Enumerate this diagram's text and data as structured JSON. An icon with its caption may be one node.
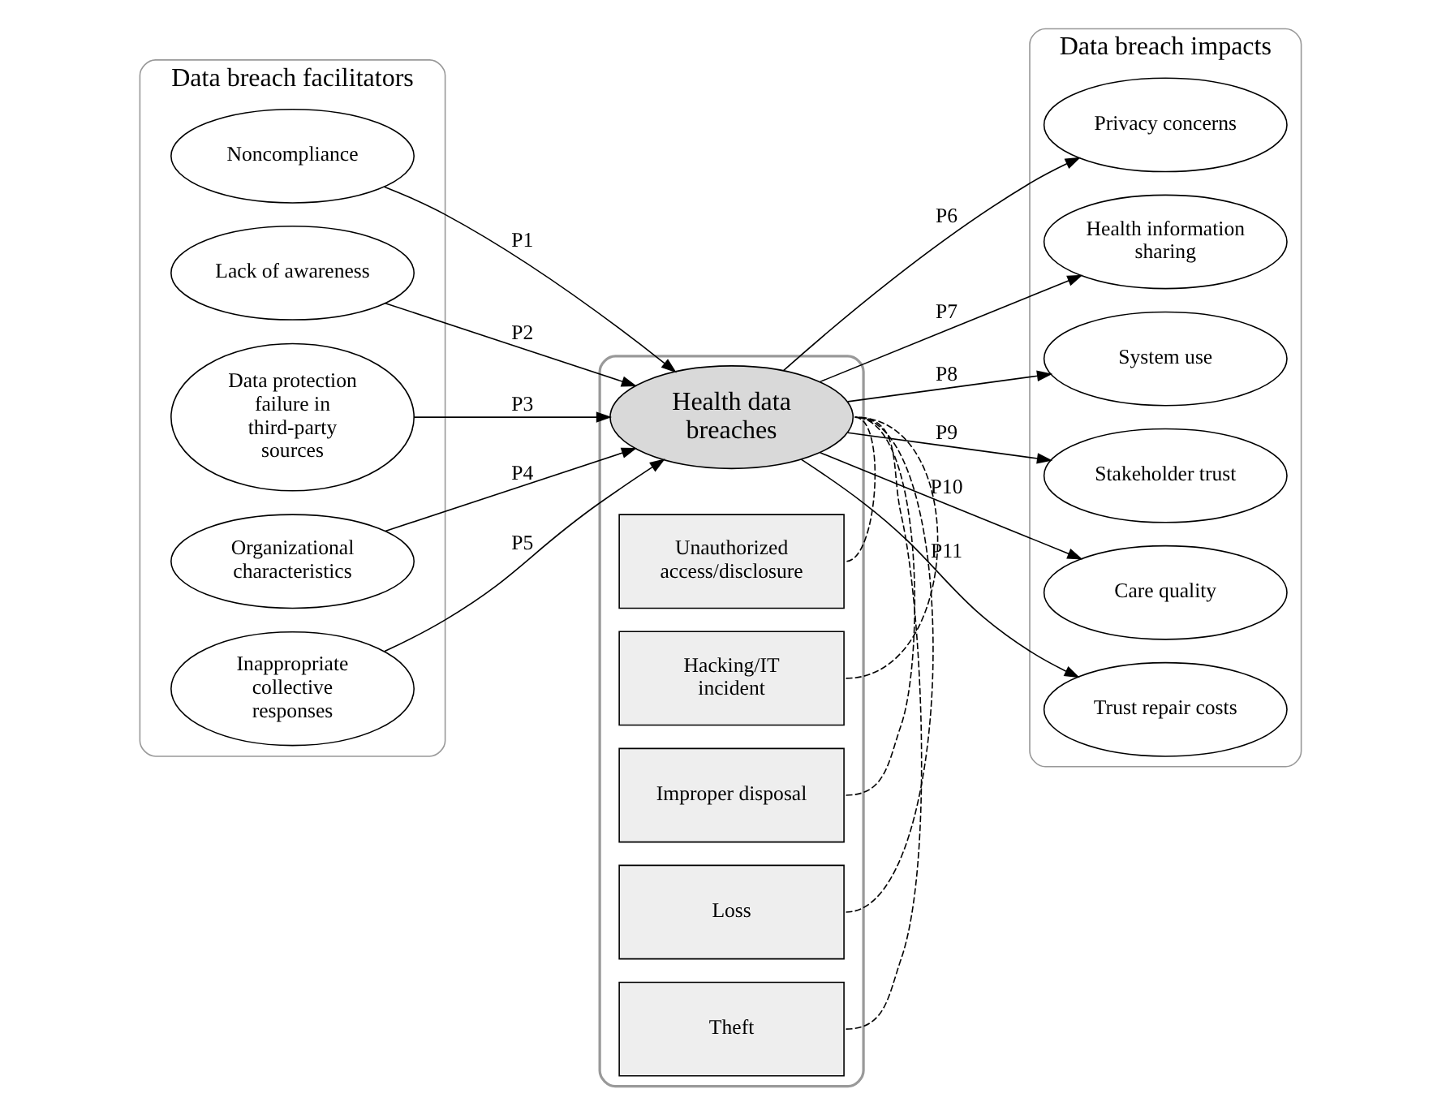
{
  "diagram": {
    "nodes": [
      {
        "text": [
          "Data breach facilitators"
        ]
      },
      {
        "text": [
          "Noncompliance"
        ],
        "in": 0
      },
      {
        "text": [
          "Lack of awareness"
        ],
        "in": 0
      },
      {
        "text": [
          "Data protection failure in third-party sources"
        ],
        "in": 0
      },
      {
        "text": [
          "Organizational characteristics"
        ],
        "in": 0
      },
      {
        "text": [
          "Inappropriate collective responses"
        ],
        "in": 0
      },
      {
        "text": [],
        "shape": "box"
      },
      {
        "text": [
          "Health data breaches"
        ],
        "in": 6
      },
      {
        "text": [
          "Unauthorized access/disclosure"
        ],
        "in": 6
      },
      {
        "text": [
          "Hacking/IT incident"
        ],
        "in": 6
      },
      {
        "text": [
          "Improper disposal"
        ],
        "in": 6
      },
      {
        "text": [
          "Loss"
        ],
        "in": 6
      },
      {
        "text": [
          "Theft"
        ],
        "in": 6
      },
      {
        "text": [
          "Data breach impacts"
        ]
      },
      {
        "text": [
          "Privacy concerns"
        ],
        "in": 13
      },
      {
        "text": [
          "Health information sharing"
        ],
        "in": 13
      },
      {
        "text": [
          "System use"
        ],
        "in": 13
      },
      {
        "text": [
          "Stakeholder trust"
        ],
        "in": 13
      },
      {
        "text": [
          "Care quality"
        ],
        "in": 13
      },
      {
        "text": [
          "Trust repair costs"
        ],
        "in": 13
      }
    ],
    "edges": [
      {
        "from": 1,
        "to": 7,
        "arrow": "to",
        "label": "P1"
      },
      {
        "from": 2,
        "to": 7,
        "arrow": "to",
        "label": "P2"
      },
      {
        "from": 3,
        "to": 7,
        "arrow": "to",
        "label": "P3"
      },
      {
        "from": 4,
        "to": 7,
        "arrow": "to",
        "label": "P4"
      },
      {
        "from": 5,
        "to": 7,
        "arrow": "to",
        "label": "P5"
      },
      {
        "from": 7,
        "to": 14,
        "arrow": "to",
        "label": "P6"
      },
      {
        "from": 7,
        "to": 15,
        "arrow": "to",
        "label": "P7"
      },
      {
        "from": 7,
        "to": 16,
        "arrow": "to",
        "label": "P8"
      },
      {
        "from": 7,
        "to": 17,
        "arrow": "to",
        "label": "P9"
      },
      {
        "from": 7,
        "to": 18,
        "arrow": "to",
        "label": "P10"
      },
      {
        "from": 7,
        "to": 19,
        "arrow": "to",
        "label": "P11"
      },
      {
        "from": 8,
        "to": 7,
        "arrow": "none",
        "style": "dashed"
      },
      {
        "from": 9,
        "to": 7,
        "arrow": "none",
        "style": "dashed"
      },
      {
        "from": 10,
        "to": 7,
        "arrow": "none",
        "style": "dashed"
      },
      {
        "from": 11,
        "to": 7,
        "arrow": "none",
        "style": "dashed"
      },
      {
        "from": 12,
        "to": 7,
        "arrow": "none",
        "style": "dashed"
      }
    ]
  }
}
